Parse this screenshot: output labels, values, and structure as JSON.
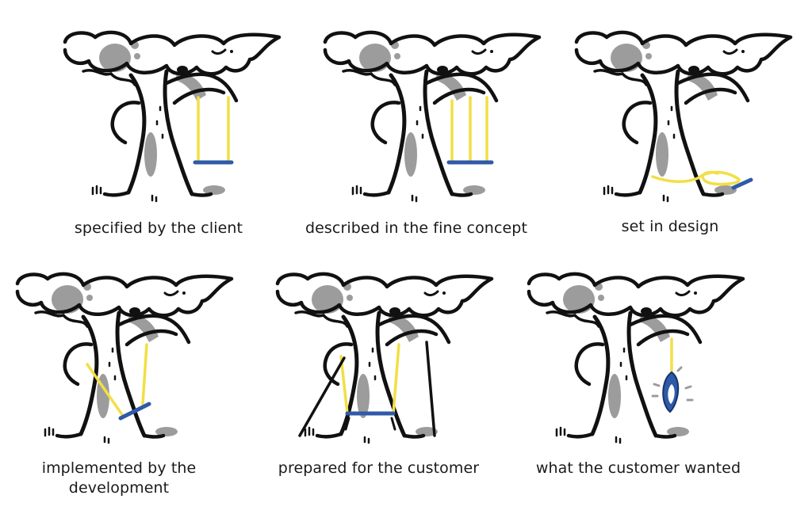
{
  "colors": {
    "ink": "#111111",
    "shade": "#9c9c9c",
    "rope": "#f2df45",
    "seat": "#2f5aa8",
    "background": "#ffffff"
  },
  "panels": [
    {
      "caption": "specified by the client",
      "variant": "two-ropes-seat"
    },
    {
      "caption": "described in the fine concept",
      "variant": "three-ropes-seat"
    },
    {
      "caption": "set in design",
      "variant": "ropes-on-ground"
    },
    {
      "caption": "implemented by the development",
      "variant": "tilted-seat"
    },
    {
      "caption": "prepared for the customer",
      "variant": "propped-up-seat"
    },
    {
      "caption": "what the customer wanted",
      "variant": "tire-swing"
    }
  ]
}
